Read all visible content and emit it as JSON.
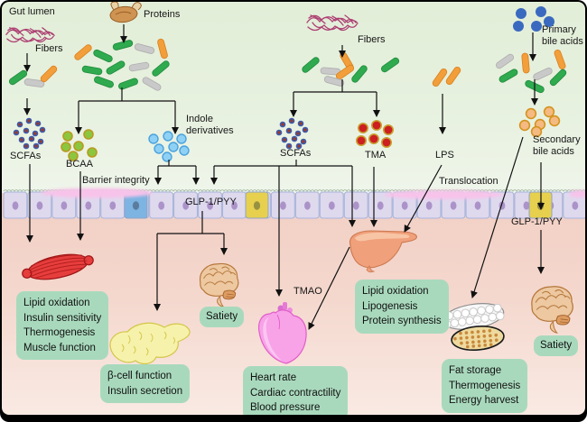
{
  "labels": {
    "gut_lumen": "Gut lumen",
    "fibers_left": "Fibers",
    "proteins": "Proteins",
    "scfas_left": "SCFAs",
    "bcaa": "BCAA",
    "indole_line1": "Indole",
    "indole_line2": "derivatives",
    "barrier_integrity": "Barrier integrity",
    "glp1_left": "GLP-1/PYY",
    "fibers_mid": "Fibers",
    "scfas_mid": "SCFAs",
    "tma": "TMA",
    "lps": "LPS",
    "translocation": "Translocation",
    "primary_line1": "Primary",
    "primary_line2": "bile acids",
    "secondary_line1": "Secondary",
    "secondary_line2": "bile acids",
    "glp1_right": "GLP-1/PYY",
    "tmao": "TMAO"
  },
  "effect_boxes": {
    "muscle": {
      "lines": [
        "Lipid oxidation",
        "Insulin sensitivity",
        "Thermogenesis",
        "Muscle function"
      ]
    },
    "pancreas": {
      "lines": [
        "β-cell function",
        "Insulin secretion"
      ]
    },
    "satiety_left": {
      "lines": [
        "Satiety"
      ]
    },
    "heart": {
      "lines": [
        "Heart rate",
        "Cardiac contractility",
        "Blood pressure"
      ]
    },
    "liver": {
      "lines": [
        "Lipid oxidation",
        "Lipogenesis",
        "Protein synthesis"
      ]
    },
    "adipose": {
      "lines": [
        "Fat storage",
        "Thermogenesis",
        "Energy harvest"
      ]
    },
    "satiety_right": {
      "lines": [
        "Satiety"
      ]
    }
  },
  "icons": [
    "fibers-icon",
    "chicken-proteins-icon",
    "bacteria-cluster-icon",
    "scfa-dots-icon",
    "bcaa-dots-icon",
    "indole-dots-icon",
    "tma-dots-icon",
    "lps-bacteria-icon",
    "primary-bile-dots-icon",
    "secondary-bile-dots-icon",
    "epithelial-cell",
    "goblet-cell",
    "l-cell",
    "mucus-layer",
    "muscle-icon",
    "brain-icon",
    "pancreas-icon",
    "heart-icon",
    "liver-icon",
    "white-adipose-icon",
    "brown-adipose-icon"
  ],
  "colors": {
    "lumen_bg": "#e6f0de",
    "body_bg": "#f3d2c7",
    "effect_box_bg": "#a9d9bd",
    "arrow": "#111111",
    "bacteria_green": "#2faa4f",
    "bacteria_orange": "#f29e3a",
    "bacteria_gray": "#c9c9c9",
    "mucus_pink": "#f8c3ea",
    "l_cell_yellow": "#e6d04e",
    "goblet_cell_blue": "#7db4e2",
    "epithelial_cell": "#dfd9ee"
  }
}
